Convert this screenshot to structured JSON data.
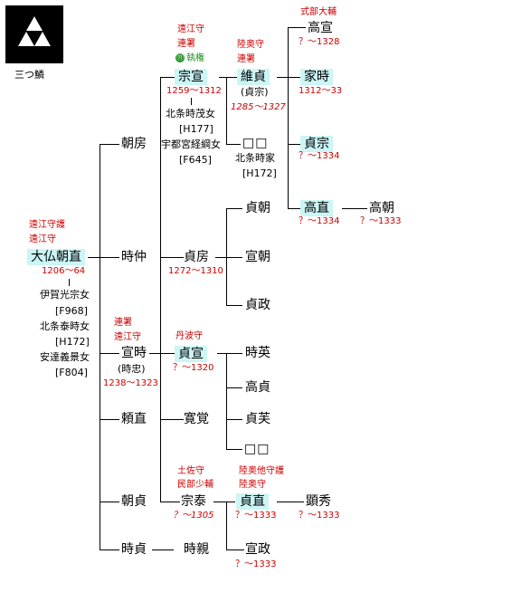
{
  "crest": {
    "label": "三つ鱗",
    "icon": "mitsu-uroko-icon"
  },
  "persons": {
    "asahiro": {
      "name": "大仏朝直",
      "titles": [
        "遠江守護",
        "遠江守"
      ],
      "years": "1206～64"
    },
    "asahiro_wives": [
      "伊賀光宗女",
      "[F968]",
      "北条泰時女",
      "[H172]",
      "安達義景女",
      "[F804]"
    ],
    "tomofusa": {
      "name": "朝房"
    },
    "tokinaka": {
      "name": "時仲"
    },
    "nobutoki": {
      "name": "宣時",
      "alt": "(時忠)",
      "titles": [
        "連署",
        "遠江守"
      ],
      "years": "1238～1323"
    },
    "yorinao": {
      "name": "頼直"
    },
    "tomosada": {
      "name": "朝貞"
    },
    "tokisada": {
      "name": "時貞"
    },
    "munenobu": {
      "name": "宗宣",
      "titles": [
        "遠江守",
        "連署"
      ],
      "regent": "執権",
      "regent_num": "⑪",
      "years": "1259～1312"
    },
    "munenobu_wives": [
      "北条時茂女",
      "[H177]",
      "宇都宮経綱女",
      "[F645]"
    ],
    "sadafusa": {
      "name": "貞房",
      "years": "1272～1310"
    },
    "sadanobu": {
      "name": "貞宣",
      "titles": [
        "丹波守"
      ],
      "years": "？～1320"
    },
    "kankaku": {
      "name": "寛覚"
    },
    "munetai": {
      "name": "宗泰",
      "titles": [
        "土佐守",
        "民部少輔"
      ],
      "years": "？～1305"
    },
    "tokichika": {
      "name": "時親"
    },
    "koresada": {
      "name": "維貞",
      "alt": "(貞宗)",
      "titles": [
        "陸奥守",
        "連署"
      ],
      "years": "1285～1327"
    },
    "unknown1": {
      "name": "□□",
      "wife": "北条時家",
      "wife_ref": "[H172]"
    },
    "sadatomo": {
      "name": "貞朝"
    },
    "nobutomo": {
      "name": "宣朝"
    },
    "sadamasa": {
      "name": "貞政"
    },
    "tokihide": {
      "name": "時英"
    },
    "takasada": {
      "name": "高貞"
    },
    "sadayoshi": {
      "name": "貞芙"
    },
    "unknown2": {
      "name": "□□"
    },
    "sadanao": {
      "name": "貞直",
      "titles": [
        "陸奥他守護",
        "陸奥守"
      ],
      "years": "？～1333"
    },
    "nobumasa": {
      "name": "宣政",
      "years": "？～1333"
    },
    "takanobu": {
      "name": "高宣",
      "titles": [
        "式部大輔"
      ],
      "years": "？～1328"
    },
    "ietoki": {
      "name": "家時",
      "years": "1312～33"
    },
    "sadamune": {
      "name": "貞宗",
      "years": "？～1334"
    },
    "takanao": {
      "name": "高直",
      "years": "？～1334"
    },
    "takatomo": {
      "name": "高朝",
      "years": "？～1333"
    },
    "akihide": {
      "name": "顕秀",
      "years": "？～1333"
    }
  }
}
